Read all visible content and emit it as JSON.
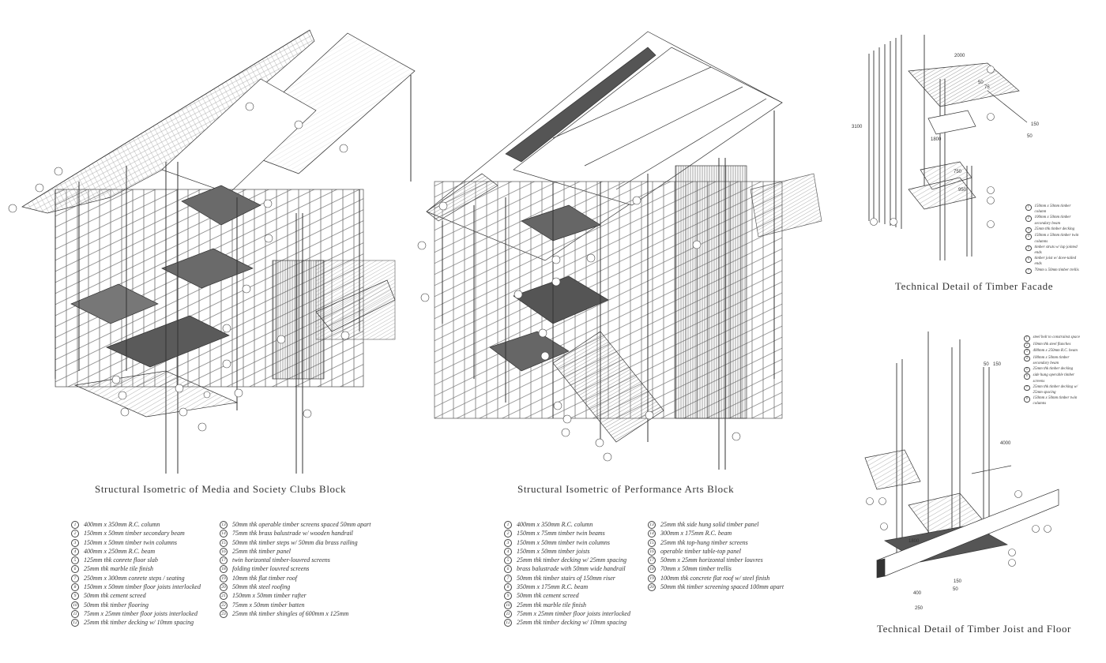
{
  "titles": {
    "media": "Structural Isometric of Media and Society Clubs Block",
    "performance": "Structural Isometric of Performance Arts Block",
    "facade": "Technical Detail of Timber Facade",
    "joist": "Technical Detail of Timber Joist and Floor"
  },
  "legend_media_col1": [
    {
      "n": "1",
      "t": "400mm x 350mm R.C. column"
    },
    {
      "n": "2",
      "t": "150mm x 50mm timber secondary beam"
    },
    {
      "n": "3",
      "t": "150mm x 50mm timber twin columns"
    },
    {
      "n": "4",
      "t": "400mm x 250mm R.C. beam"
    },
    {
      "n": "5",
      "t": "125mm thk conrete floor slab"
    },
    {
      "n": "6",
      "t": "25mm thk marble tile finish"
    },
    {
      "n": "7",
      "t": "250mm x 300mm conrete steps / seating"
    },
    {
      "n": "8",
      "t": "150mm x 50mm timber floor joists interlocked"
    },
    {
      "n": "9",
      "t": "50mm thk cement screed"
    },
    {
      "n": "10",
      "t": "50mm thk timber flooring"
    },
    {
      "n": "11",
      "t": "75mm x 25mm timber floor joists interlocked"
    },
    {
      "n": "12",
      "t": "25mm thk timber decking w/ 10mm spacing"
    }
  ],
  "legend_media_col2": [
    {
      "n": "13",
      "t": "50mm thk operable timber screens spaced 50mm apart"
    },
    {
      "n": "14",
      "t": "75mm thk brass balustrade w/ wooden handrail"
    },
    {
      "n": "15",
      "t": "50mm thk timber steps w/ 50mm dia brass railing"
    },
    {
      "n": "16",
      "t": "25mm thk timber panel"
    },
    {
      "n": "17",
      "t": "twin horizontal timber-louvred screens"
    },
    {
      "n": "18",
      "t": "folding timber louvred screens"
    },
    {
      "n": "19",
      "t": "10mm thk flat timber roof"
    },
    {
      "n": "20",
      "t": "50mm thk steel roofing"
    },
    {
      "n": "21",
      "t": "150mm x 50mm timber rafter"
    },
    {
      "n": "22",
      "t": "75mm x 50mm timber batten"
    },
    {
      "n": "23",
      "t": "25mm thk timber shingles of 600mm x 125mm"
    }
  ],
  "legend_perf_col1": [
    {
      "n": "1",
      "t": "400mm x 350mm R.C. column"
    },
    {
      "n": "2",
      "t": "150mm x 75mm timber twin beams"
    },
    {
      "n": "3",
      "t": "150mm x 50mm timber twin columns"
    },
    {
      "n": "4",
      "t": "150mm x 50mm timber joists"
    },
    {
      "n": "5",
      "t": "25mm thk timber decking w/ 25mm spacing"
    },
    {
      "n": "6",
      "t": "brass balustrade with 50mm wide handrail"
    },
    {
      "n": "7",
      "t": "50mm thk timber stairs of 150mm riser"
    },
    {
      "n": "8",
      "t": "350mm x 175mm R.C. beam"
    },
    {
      "n": "9",
      "t": "50mm thk cement screed"
    },
    {
      "n": "10",
      "t": "25mm thk marble tile finish"
    },
    {
      "n": "11",
      "t": "75mm x 25mm timber floor joists interlocked"
    },
    {
      "n": "12",
      "t": "25mm thk timber decking w/ 10mm spacing"
    }
  ],
  "legend_perf_col2": [
    {
      "n": "13",
      "t": "25mm thk side hung solid timber panel"
    },
    {
      "n": "14",
      "t": "300mm x 175mm R.C. beam"
    },
    {
      "n": "15",
      "t": "25mm thk top-hung timber screens"
    },
    {
      "n": "16",
      "t": "operable timber table-top panel"
    },
    {
      "n": "17",
      "t": "50mm x 25mm horizontal timber louvres"
    },
    {
      "n": "18",
      "t": "70mm x 50mm timber trellis"
    },
    {
      "n": "19",
      "t": "100mm thk concrete flat roof w/ steel finish"
    },
    {
      "n": "20",
      "t": "50mm thk timber screening spaced 100mm apart"
    }
  ],
  "legend_facade": [
    {
      "n": "1",
      "t": "150mm x 50mm timber column"
    },
    {
      "n": "2",
      "t": "100mm x 50mm timber secondary beam"
    },
    {
      "n": "3",
      "t": "25mm thk timber decking"
    },
    {
      "n": "4",
      "t": "150mm x 50mm timber twin columns"
    },
    {
      "n": "5",
      "t": "timber struts w/ lap jointed ends"
    },
    {
      "n": "6",
      "t": "timber joist w/ dove-tailed ends"
    },
    {
      "n": "7",
      "t": "70mm x 50mm timber trellis"
    }
  ],
  "legend_joist": [
    {
      "n": "1",
      "t": "steel bolt to constrainst space"
    },
    {
      "n": "2",
      "t": "10mm thk steel flanches"
    },
    {
      "n": "3",
      "t": "400mm x 250mm R.C. beam"
    },
    {
      "n": "4",
      "t": "100mm x 50mm timber secondary beam"
    },
    {
      "n": "5",
      "t": "25mm thk timber decking"
    },
    {
      "n": "6",
      "t": "side hung operable timber screens"
    },
    {
      "n": "7",
      "t": "25mm thk timber decking w/ 25mm spacing"
    },
    {
      "n": "8",
      "t": "150mm x 50mm timber twin columns"
    }
  ],
  "dims_facade": [
    "2000",
    "50",
    "75",
    "150",
    "50",
    "3100",
    "1800",
    "750",
    "950"
  ],
  "dims_joist": [
    "50",
    "150",
    "4000",
    "1800",
    "150",
    "50",
    "400",
    "250"
  ]
}
